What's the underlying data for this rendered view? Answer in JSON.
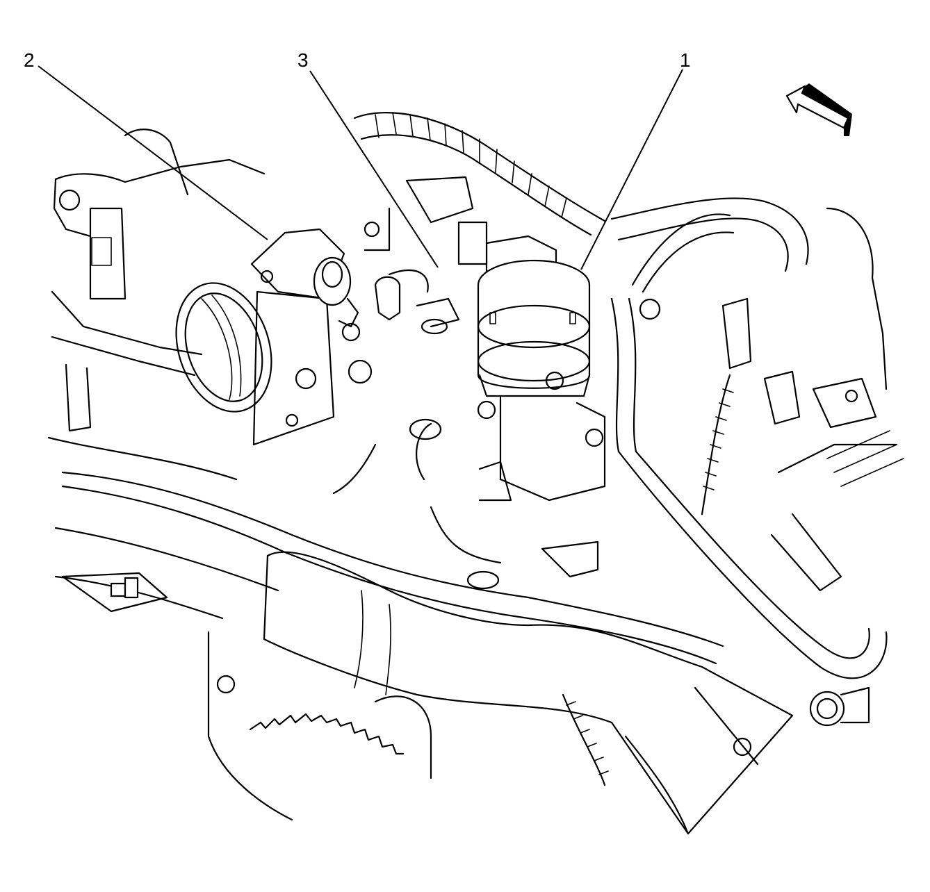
{
  "diagram": {
    "type": "engine-component-line-drawing",
    "callouts": [
      {
        "id": "1",
        "label": "1"
      },
      {
        "id": "2",
        "label": "2"
      },
      {
        "id": "3",
        "label": "3"
      }
    ],
    "direction_indicator": "front-arrow-icon",
    "line_color": "#000000",
    "background_color": "#ffffff"
  }
}
